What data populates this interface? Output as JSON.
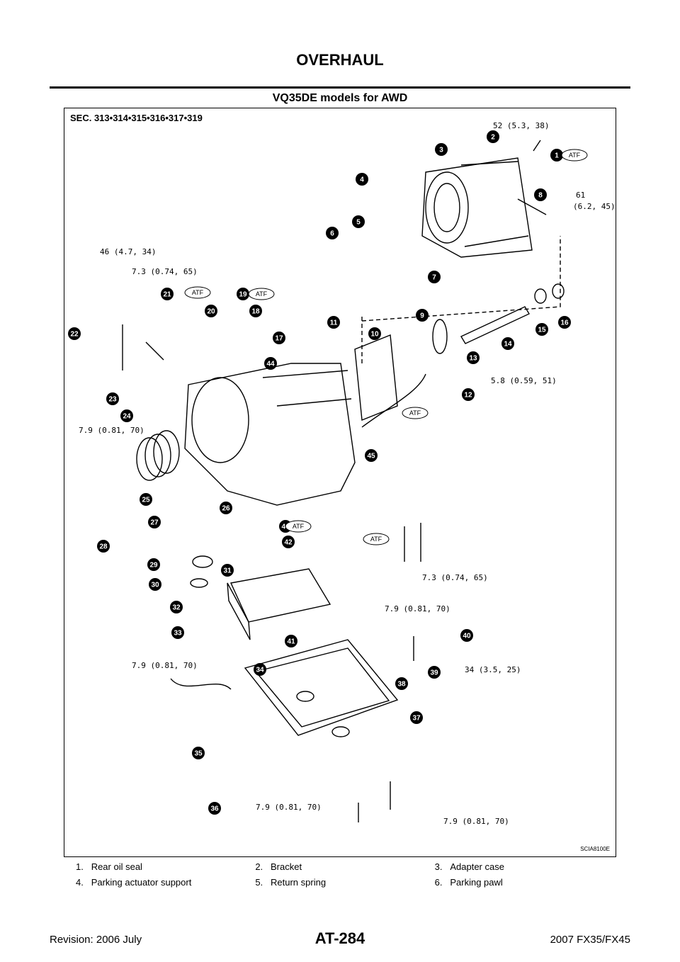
{
  "header": {
    "title": "OVERHAUL"
  },
  "section_title": "VQ35DE models for AWD",
  "figure": {
    "sec": "SEC. 313•314•315•316•317•319",
    "code": "SCIA8100E",
    "torques": [
      "52  (5.3,  38)",
      "61",
      "(6.2,  45)",
      "46  (4.7,  34)",
      "7.3  (0.74,  65)",
      "5.8  (0.59,  51)",
      "7.9  (0.81,  70)",
      "7.3  (0.74,  65)",
      "7.9  (0.81,  70)",
      "7.9  (0.81,  70)",
      "34 (3.5, 25)",
      "7.9 (0.81, 70)",
      "7.9 (0.81, 70)"
    ],
    "atf": "ATF",
    "callouts": [
      "1",
      "2",
      "3",
      "4",
      "5",
      "6",
      "7",
      "8",
      "9",
      "10",
      "11",
      "12",
      "13",
      "14",
      "15",
      "16",
      "17",
      "18",
      "19",
      "20",
      "21",
      "22",
      "23",
      "24",
      "25",
      "26",
      "27",
      "28",
      "29",
      "30",
      "31",
      "32",
      "33",
      "34",
      "35",
      "36",
      "37",
      "38",
      "39",
      "40",
      "41",
      "42",
      "43",
      "44",
      "45"
    ]
  },
  "legend": [
    [
      "1.",
      "Rear oil seal",
      "2.",
      "Bracket",
      "3.",
      "Adapter case"
    ],
    [
      "4.",
      "Parking actuator support",
      "5.",
      "Return spring",
      "6.",
      "Parking pawl"
    ]
  ],
  "footer": {
    "revision": "Revision: 2006 July",
    "page": "AT-284",
    "model": "2007 FX35/FX45"
  }
}
